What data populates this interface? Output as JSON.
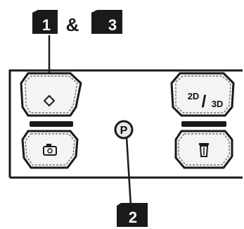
{
  "callouts": {
    "top_left_number": "1",
    "connector": "&",
    "top_right_number": "3",
    "bottom_number": "2"
  },
  "buttons": {
    "top_left": {
      "icon": "diamond-icon"
    },
    "top_right": {
      "label_left": "2D",
      "slash": "/",
      "label_right": "3D"
    },
    "bottom_left": {
      "icon": "camera-icon"
    },
    "bottom_right": {
      "icon": "trash-icon"
    },
    "center": {
      "icon": "p-in-circle-icon",
      "letter": "P"
    }
  },
  "colors": {
    "ink": "#1a1a1a",
    "callout_fill": "#1a1a1a",
    "callout_text": "#ffffff",
    "background": "#ffffff"
  }
}
